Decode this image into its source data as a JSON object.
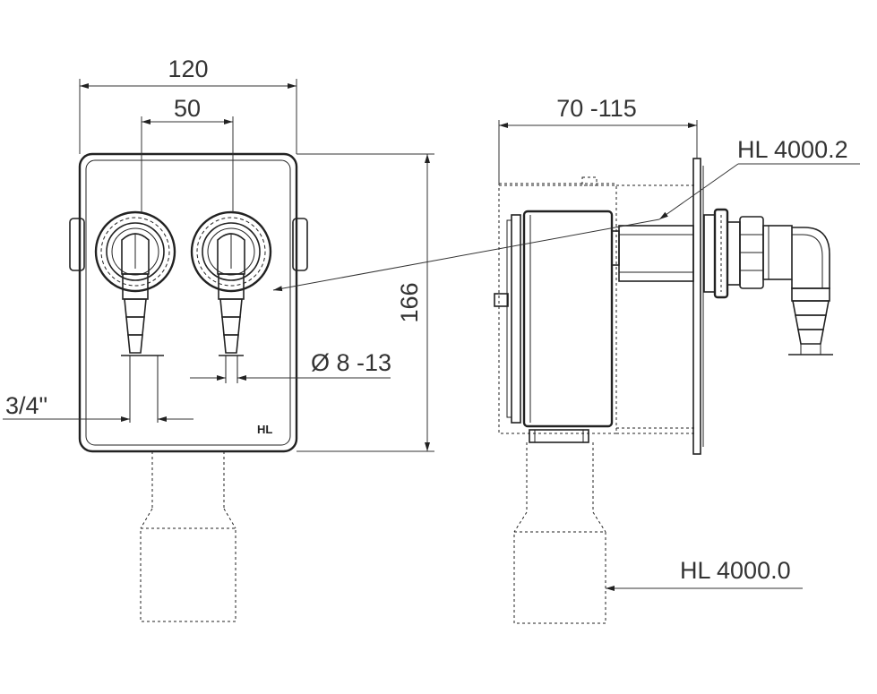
{
  "dimensions": {
    "overall_width": "120",
    "connector_spacing": "50",
    "installation_depth": "70 -115",
    "overall_height": "166",
    "hose_diameter": "Ø 8 -13",
    "thread_size": "3/4\""
  },
  "part_labels": {
    "upper_part": "HL 4000.2",
    "lower_part": "HL 4000.0"
  },
  "logo": "HL"
}
